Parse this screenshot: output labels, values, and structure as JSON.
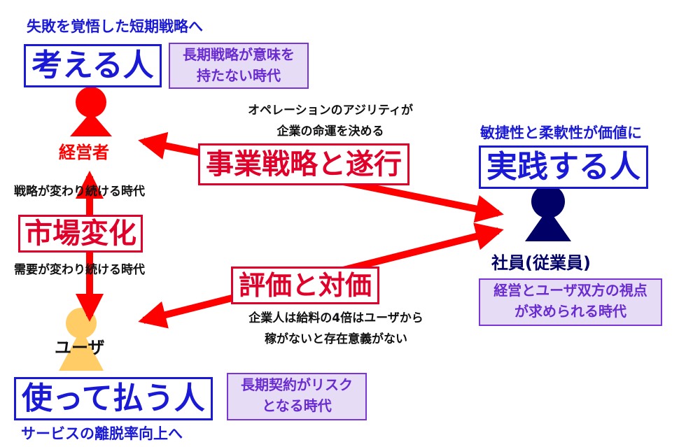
{
  "manager": {
    "caption": "失敗を覚悟した短期戦略へ",
    "title": "考える人",
    "note_line1": "長期戦略が意味を",
    "note_line2": "持たない時代",
    "role": "経営者",
    "color": "#ff0000"
  },
  "employee": {
    "caption": "敏捷性と柔軟性が価値に",
    "title": "実践する人",
    "role": "社員(従業員)",
    "note_line1": "経営とユーザ双方の視点",
    "note_line2": "が求められる時代",
    "color": "#000066"
  },
  "user": {
    "role": "ユーザ",
    "title": "使って払う人",
    "note_line1": "長期契約がリスク",
    "note_line2": "となる時代",
    "caption": "サービスの離脱率向上へ",
    "color": "#ffcc66"
  },
  "market": {
    "label": "市場変化",
    "top_text": "戦略が変わり続ける時代",
    "bottom_text": "需要が変わり続ける時代"
  },
  "strategy": {
    "label": "事業戦略と遂行",
    "note_line1": "オペレーションのアジリティが",
    "note_line2": "企業の命運を決める"
  },
  "evaluation": {
    "label": "評価と対価",
    "note_line1": "企業人は給料の4倍はユーザから",
    "note_line2": "稼がないと存在意義がない"
  },
  "colors": {
    "blue": "#1a1ad6",
    "red": "#e0002a",
    "purple_border": "#7a35d6",
    "purple_fill": "#e6dcf5"
  }
}
